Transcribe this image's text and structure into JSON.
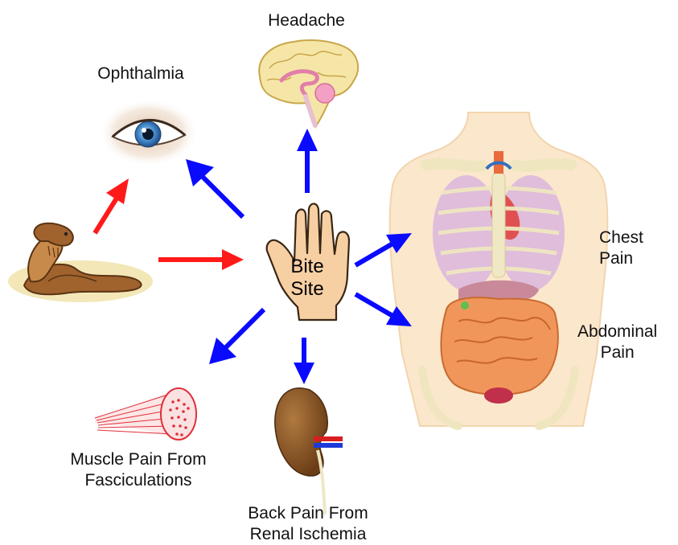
{
  "labels": {
    "headache": "Headache",
    "ophthalmia": "Ophthalmia",
    "chest_pain_line1": "Chest",
    "chest_pain_line2": "Pain",
    "abdominal_pain_line1": "Abdominal",
    "abdominal_pain_line2": "Pain",
    "muscle_pain_line1": "Muscle Pain From",
    "muscle_pain_line2": "Fasciculations",
    "back_pain_line1": "Back Pain From",
    "back_pain_line2": "Renal Ischemia",
    "bite_line1": "Bite",
    "bite_line2": "Site"
  },
  "colors": {
    "red_arrow": "#ff1a1a",
    "blue_arrow": "#0a0aff",
    "skin": "#f6cfa3",
    "kidney": "#8b5a2b",
    "brain": "#f5e6a8",
    "muscle": "#e0303a",
    "snake": "#a0632e"
  },
  "icons": [
    "cobra-icon",
    "eye-icon",
    "brain-icon",
    "hand-icon",
    "torso-icon",
    "muscle-icon",
    "kidney-icon"
  ]
}
